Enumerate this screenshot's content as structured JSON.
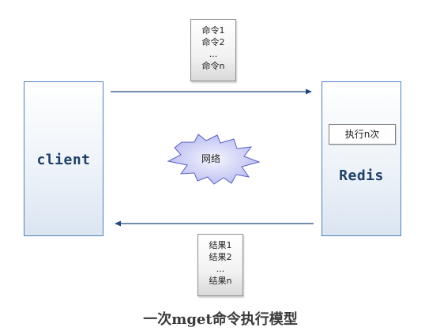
{
  "client": {
    "label": "client"
  },
  "redis": {
    "label": "Redis",
    "exec_label": "执行n次"
  },
  "commands": [
    "命令1",
    "命令2",
    "...",
    "命令n"
  ],
  "results": [
    "结果1",
    "结果2",
    "...",
    "结果n"
  ],
  "network": {
    "label": "网络"
  },
  "caption": "一次mget命令执行模型",
  "colors": {
    "arrow": "#1f497d",
    "box_border": "#4f81bd",
    "burst_fill": "#c9ccf5"
  }
}
